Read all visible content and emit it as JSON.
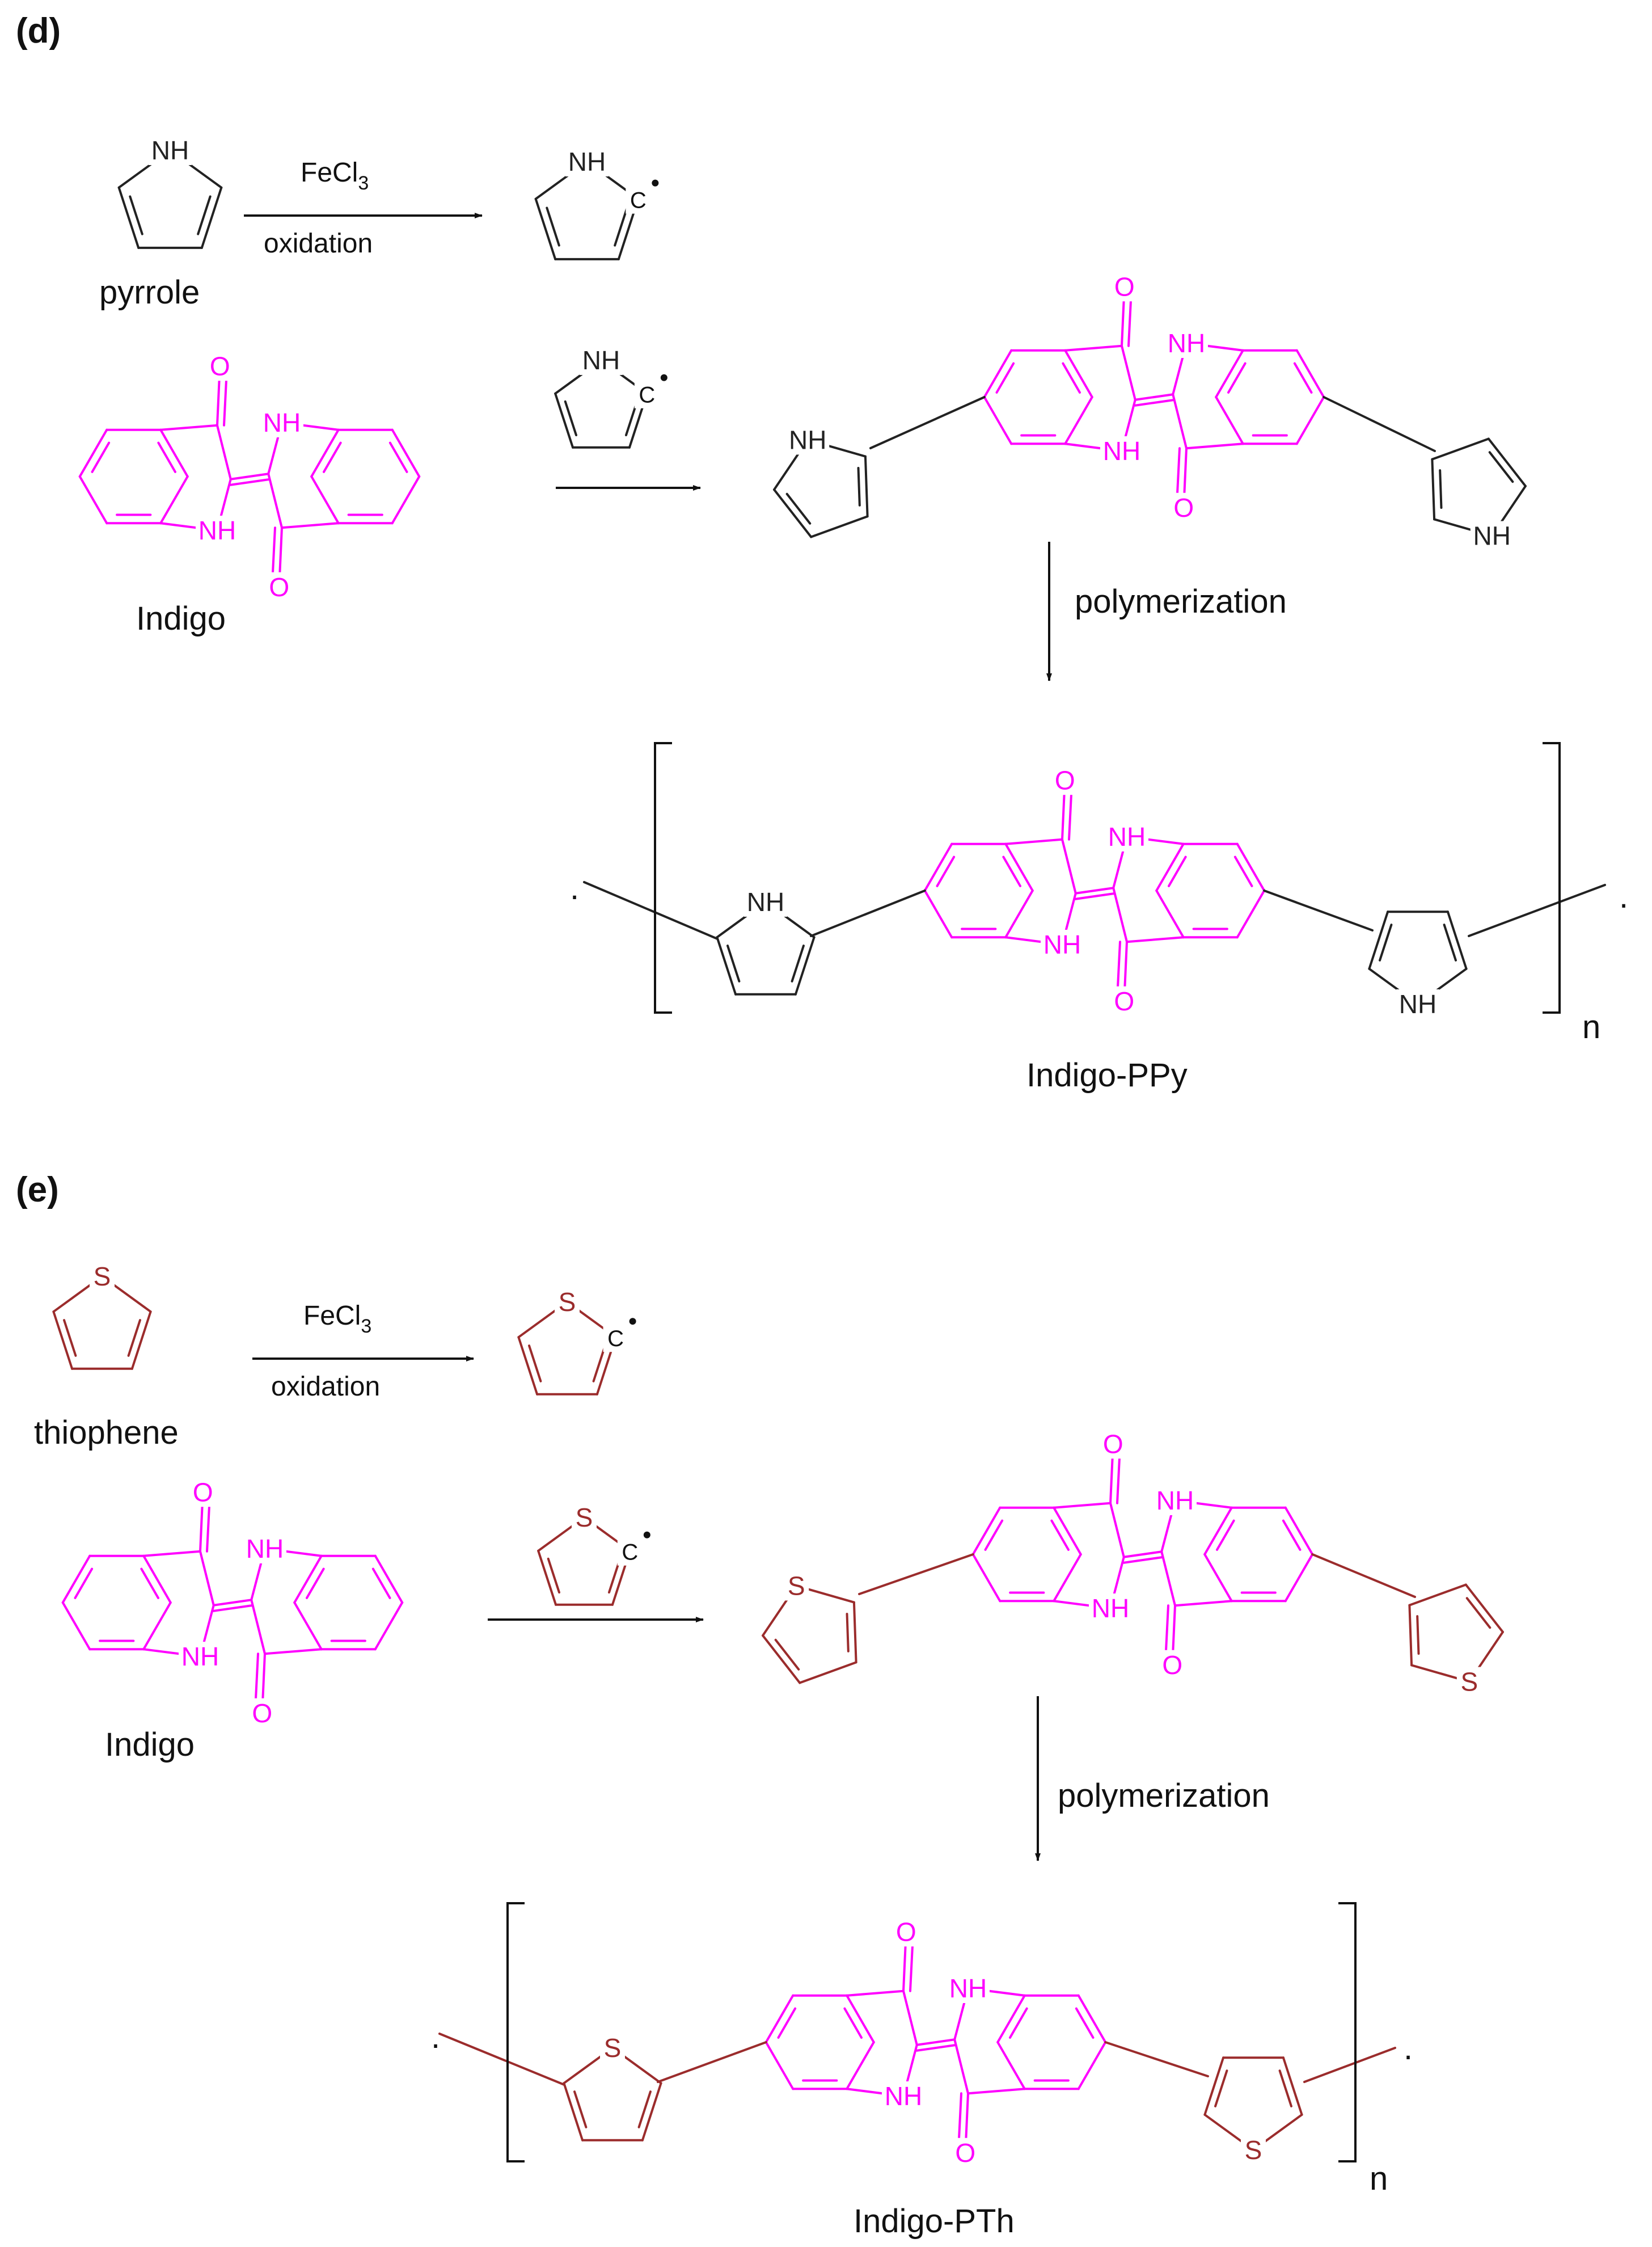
{
  "colors": {
    "indigo": "#ff00ff",
    "pyrrole": "#222222",
    "thiophene": "#9b2c2c",
    "text": "#111111"
  },
  "panel_d": {
    "label": "(d)",
    "monomer_name": "pyrrole",
    "reagent": "FeCl",
    "reagent_subscript": "3",
    "condition": "oxidation",
    "indigo_name": "Indigo",
    "step_label": "polymerization",
    "polymer_name": "Indigo-PPy",
    "repeat_unit": "n"
  },
  "panel_e": {
    "label": "(e)",
    "monomer_name": "thiophene",
    "reagent": "FeCl",
    "reagent_subscript": "3",
    "condition": "oxidation",
    "indigo_name": "Indigo",
    "step_label": "polymerization",
    "polymer_name": "Indigo-PTh",
    "repeat_unit": "n"
  },
  "atoms": {
    "nh": "NH",
    "o": "O",
    "s": "S",
    "c_radical": "C",
    "radical_dot": "•",
    "chain_dot": "."
  }
}
